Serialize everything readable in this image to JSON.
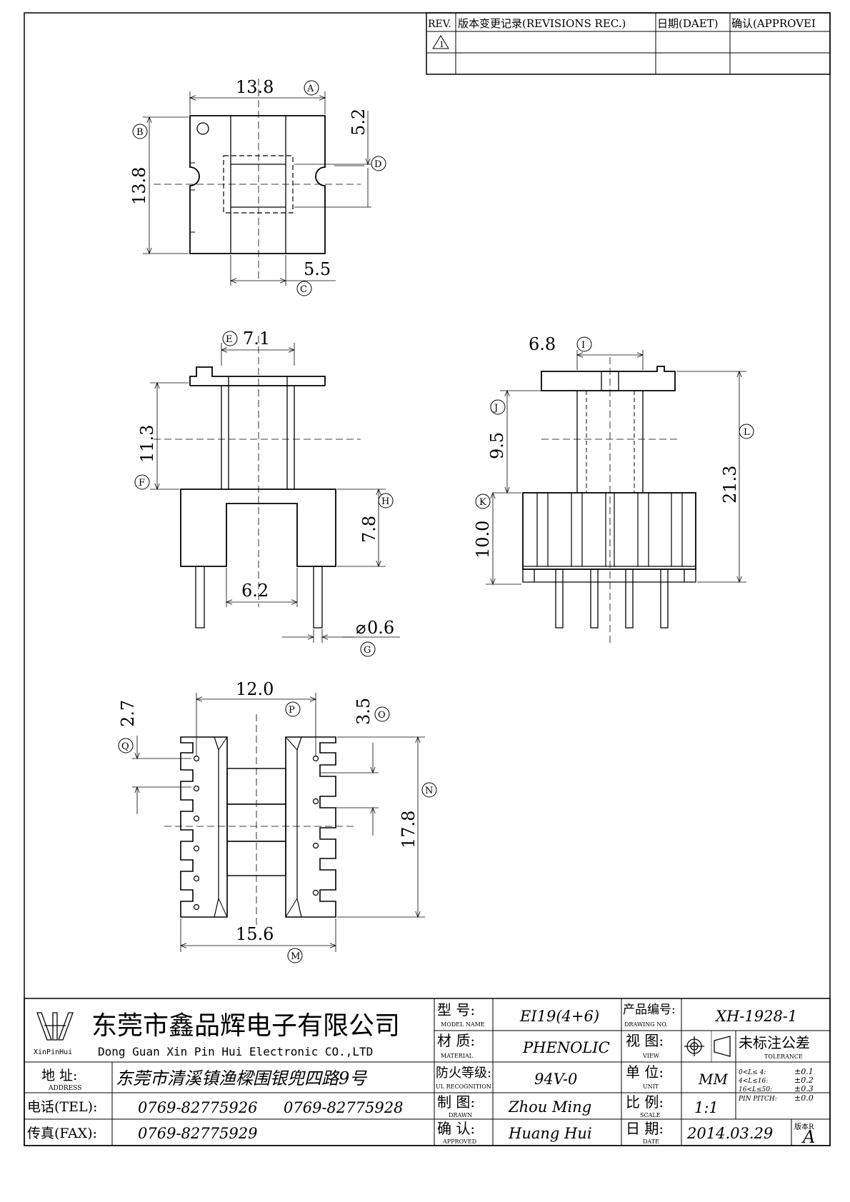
{
  "revision_table": {
    "headers": [
      "REV.",
      "版本变更记录(REVISIONS REC.)",
      "日期(DAET)",
      "确认(APPROVEI"
    ],
    "rev_mark": "1"
  },
  "views": {
    "top": {
      "dims": {
        "width": "13.8",
        "height": "13.8",
        "slot": "5.2",
        "center": "5.5"
      },
      "labels": {
        "A": "A",
        "B": "B",
        "C": "C",
        "D": "D"
      }
    },
    "front": {
      "dims": {
        "flange": "7.1",
        "body": "11.3",
        "base": "7.8",
        "pin_span": "6.2",
        "pin_dia": "0.6"
      },
      "labels": {
        "E": "E",
        "F": "F",
        "G": "G",
        "H": "H"
      }
    },
    "side": {
      "dims": {
        "flange": "6.8",
        "body": "9.5",
        "base": "10.0",
        "total": "21.3"
      },
      "labels": {
        "I": "I",
        "J": "J",
        "K": "K",
        "L": "L"
      }
    },
    "bottom": {
      "dims": {
        "width": "12.0",
        "slot": "2.7",
        "pitch": "3.5",
        "height": "17.8",
        "base": "15.6"
      },
      "labels": {
        "M": "M",
        "N": "N",
        "O": "O",
        "P": "P",
        "Q": "Q"
      }
    }
  },
  "title_block": {
    "company_cn": "东莞市鑫品辉电子有限公司",
    "company_en": "Dong Guan Xin Pin Hui Electronic CO.,LTD",
    "logo_text": "XinPinHui",
    "address_label": "地  址:",
    "address_label_en": "ADDRESS",
    "address": "东莞市清溪镇渔樑围银兜四路9号",
    "tel_label": "电话(TEL):",
    "tel1": "0769-82775926",
    "tel2": "0769-82775928",
    "fax_label": "传真(FAX):",
    "fax": "0769-82775929",
    "fields": [
      {
        "label": "型  号:",
        "sub": "MODEL NAME",
        "value": "EI19(4+6)"
      },
      {
        "label": "材  质:",
        "sub": "MATERIAL",
        "value": "PHENOLIC"
      },
      {
        "label": "防火等级:",
        "sub": "UL RECOGNITION",
        "value": "94V-0"
      },
      {
        "label": "制  图:",
        "sub": "DRAWN",
        "value": "Zhou Ming"
      },
      {
        "label": "确  认:",
        "sub": "APPROVED",
        "value": "Huang Hui"
      }
    ],
    "fields2": [
      {
        "label": "产品编号:",
        "sub": "DRAWING NO.",
        "value": "XH-1928-1"
      },
      {
        "label": "视  图:",
        "sub": "VIEW",
        "value": ""
      },
      {
        "label": "单  位:",
        "sub": "UNIT",
        "value": "MM"
      },
      {
        "label": "比  例:",
        "sub": "SCALE",
        "value": "1:1"
      },
      {
        "label": "日  期:",
        "sub": "DATE",
        "value": "2014.03.29"
      }
    ],
    "tolerance_title": "未标注公差",
    "tolerance_sub": "TOLERANCE",
    "tolerances": [
      {
        "range": "0<L≤ 4:",
        "value": "±0.1"
      },
      {
        "range": "4<L≤16:",
        "value": "±0.2"
      },
      {
        "range": "16<L≤50:",
        "value": "±0.3"
      },
      {
        "range": "PIN PITCH:",
        "value": "±0.0"
      }
    ],
    "version_label": "版本R",
    "version": "A"
  }
}
